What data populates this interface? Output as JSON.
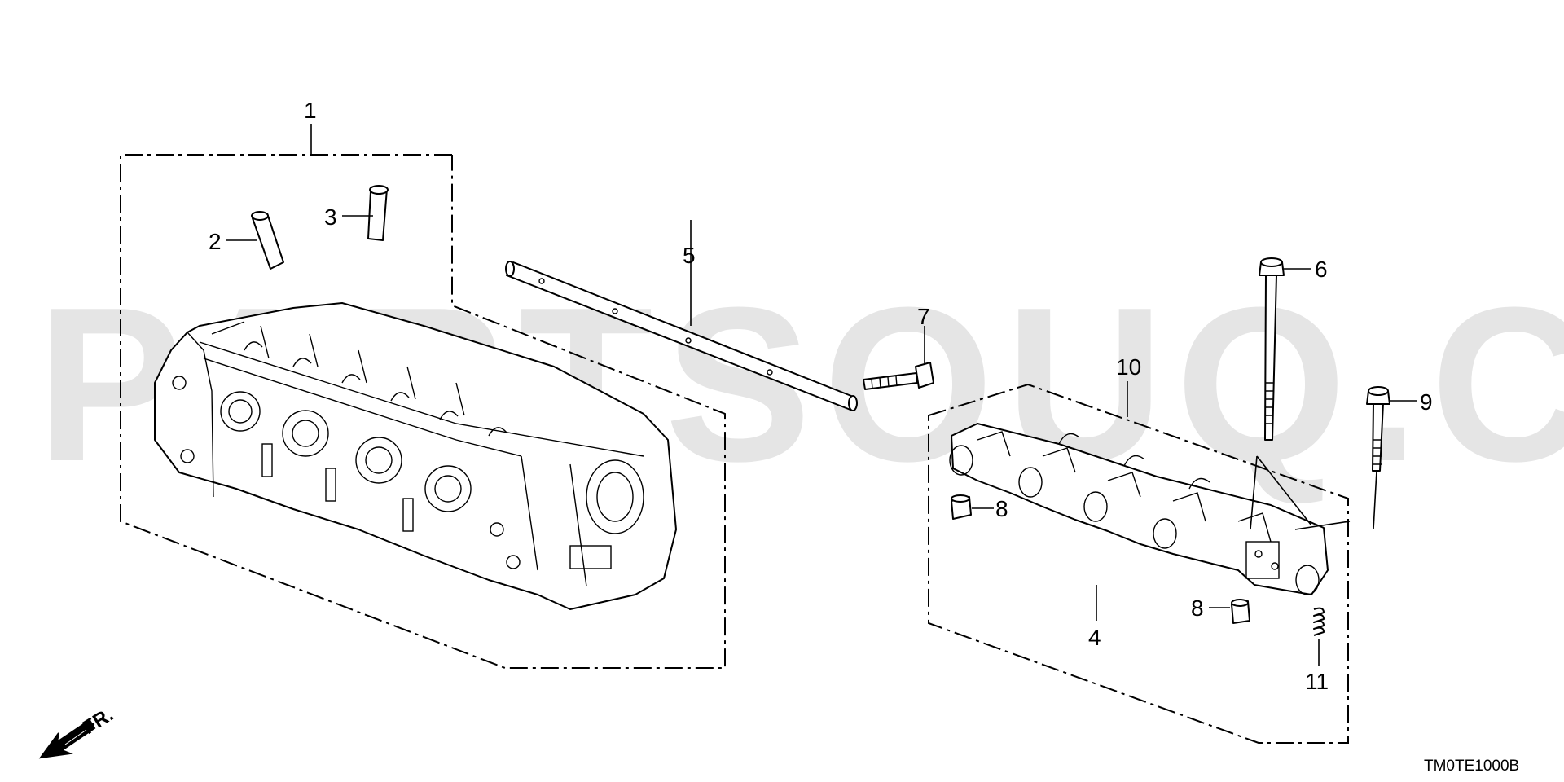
{
  "watermark": {
    "text": "PARTSOUQ.COM",
    "color": "#e5e5e5"
  },
  "callouts": {
    "c1": "1",
    "c2": "2",
    "c3": "3",
    "c4": "4",
    "c5": "5",
    "c6": "6",
    "c7": "7",
    "c8a": "8",
    "c8b": "8",
    "c9": "9",
    "c10": "10",
    "c11": "11"
  },
  "direction": {
    "label": "FR."
  },
  "diagram_code": "TM0TE1000B"
}
